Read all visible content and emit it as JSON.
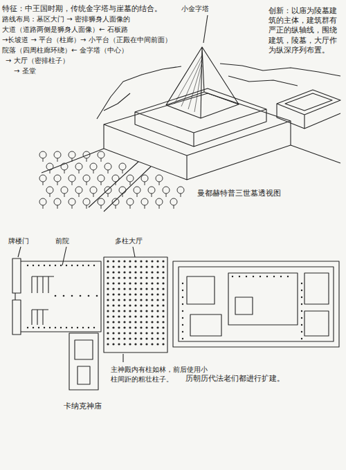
{
  "diagram": {
    "labels": [
      "特征：中王国时期，传统金字塔与崖墓的结合。",
      "路线布局：墓区大门 → 密排狮身人面像的",
      "大道（道路两侧是狮身人面像）← 石板路",
      "→长坡道 → 平台（柱廊）→ 小平台（正殿在中间前面）",
      "院落（四周柱廊环绕）← 金字塔（中心）",
      "→ 大厅（密排柱子）",
      "→ 圣堂",
      "小金字塔",
      "创新：以庙为陵墓建筑的主体，建筑群有严正的纵轴线，围绕建筑，陵墓，大厅作为纵深序列布置。",
      "曼都赫特普三世墓透视图",
      "牌楼门",
      "前院",
      "多柱大厅",
      "主神殿内有柱如林，前后使用小柱间距的粗壮柱子。",
      "卡纳克神庙",
      "历朝历代法老们都进行扩建。"
    ]
  }
}
